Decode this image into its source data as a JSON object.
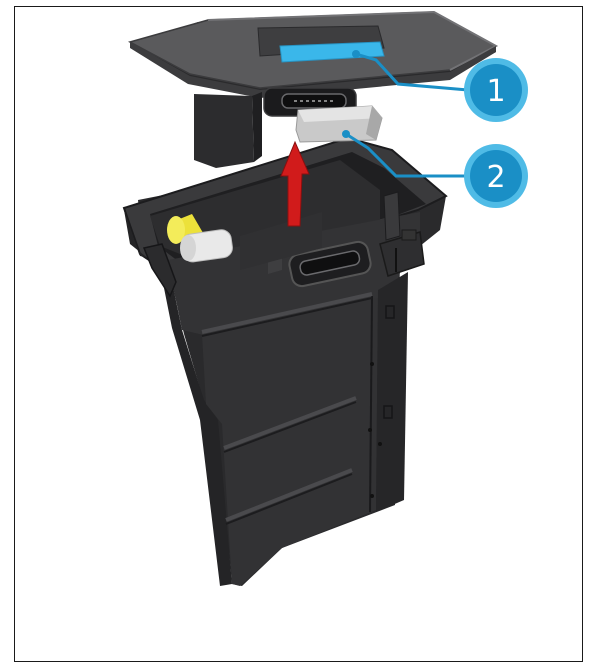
{
  "figure": {
    "callouts": [
      {
        "number": "1",
        "part": "lid-handle"
      },
      {
        "number": "2",
        "part": "filter-cartridge"
      }
    ],
    "arrow_direction": "up"
  },
  "colors": {
    "callout_fill": "#1a8fc6",
    "callout_ring": "#4fbbe6",
    "callout_line": "#1a8fc6",
    "highlight_cyan": "#3ab7ea",
    "arrow_red": "#d11b1b",
    "tank_dark": "#2f2f31",
    "tank_mid": "#3a3a3c",
    "tank_light": "#555558",
    "lid_gray": "#4a4a4c",
    "lid_top": "#5a5a5c",
    "filter_gray": "#c9c9c9",
    "yellow_part": "#ece13a"
  }
}
